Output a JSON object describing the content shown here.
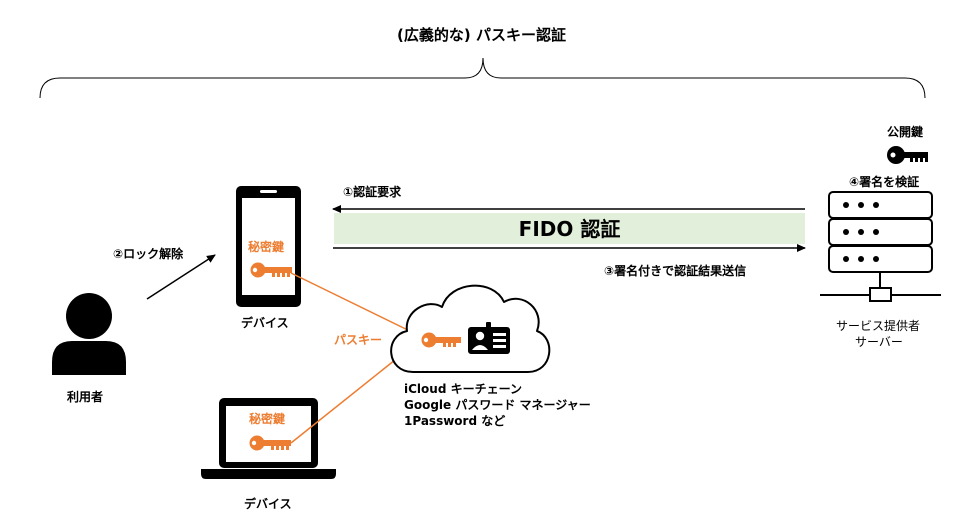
{
  "title": "(広義的な) パスキー認証",
  "user": {
    "label": "利用者"
  },
  "unlock": {
    "label": "②ロック解除"
  },
  "phone": {
    "key_label": "秘密鍵",
    "label": "デバイス"
  },
  "laptop": {
    "key_label": "秘密鍵",
    "label": "デバイス"
  },
  "passkey": {
    "label": "パスキー"
  },
  "cloud": {
    "lines": [
      "iCloud キーチェーン",
      "Google パスワード マネージャー",
      "1Password など"
    ]
  },
  "fido": {
    "label": "FIDO 認証",
    "request_label": "①認証要求",
    "response_label": "③署名付きで認証結果送信",
    "band_color": "#e2efda"
  },
  "server": {
    "public_key_label": "公開鍵",
    "verify_label": "④署名を検証",
    "label_lines": [
      "サービス提供者",
      "サーバー"
    ]
  },
  "colors": {
    "accent": "#ed7d31",
    "ink": "#000000"
  }
}
